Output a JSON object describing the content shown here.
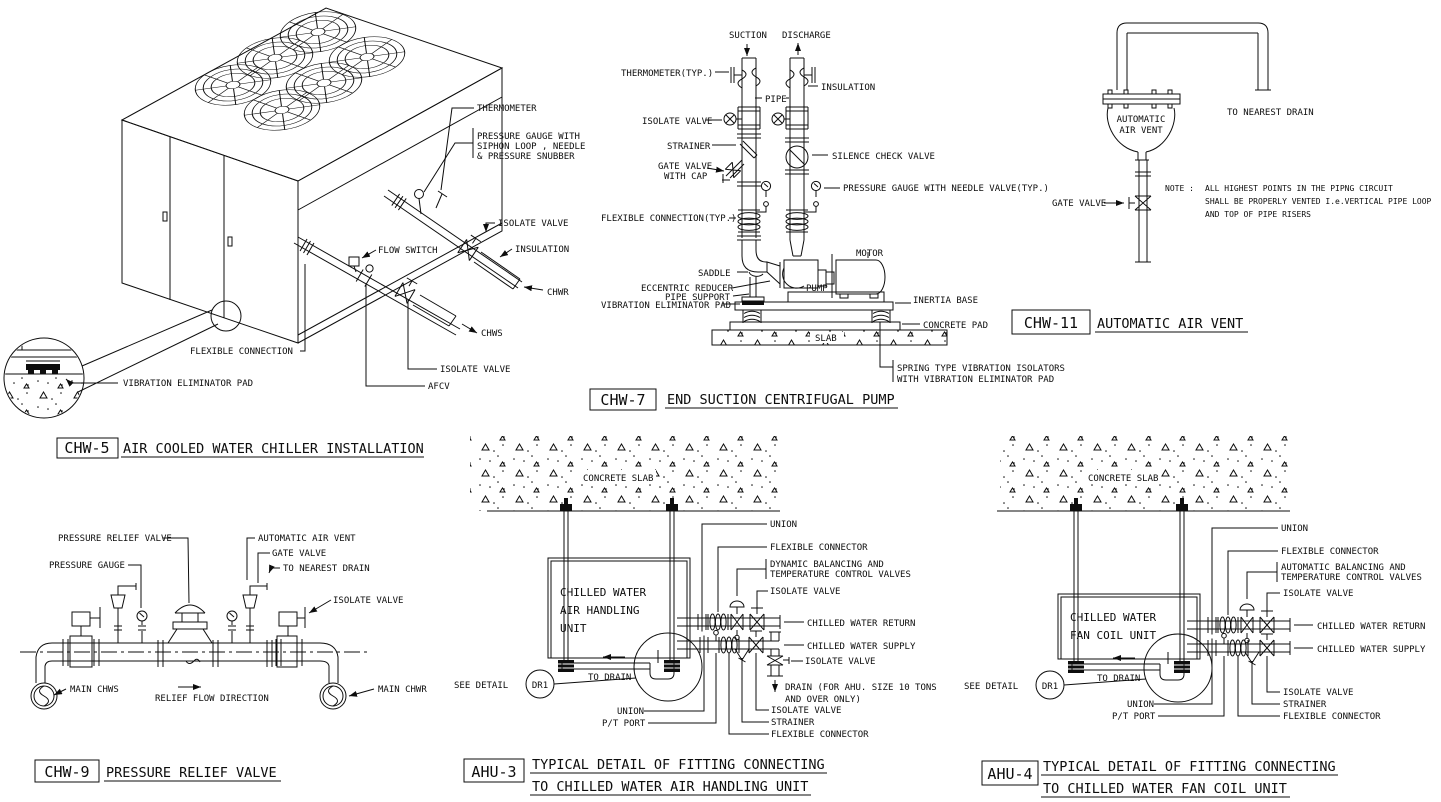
{
  "sheet": {
    "background": "#ffffff",
    "ink": "#0d0d0d"
  },
  "chw5": {
    "tag": "CHW-5",
    "title": "AIR COOLED WATER CHILLER INSTALLATION",
    "labels": {
      "thermometer": "THERMOMETER",
      "pressure_gauge_1": "PRESSURE GAUGE WITH",
      "pressure_gauge_2": "SIPHON LOOP , NEEDLE",
      "pressure_gauge_3": "& PRESSURE SNUBBER",
      "isolate_valve_chwr": "ISOLATE VALVE",
      "insulation": "INSULATION",
      "chwr": "CHWR",
      "flow_switch": "FLOW SWITCH",
      "chws": "CHWS",
      "isolate_valve_chws": "ISOLATE VALVE",
      "afcv": "AFCV",
      "flexible_connection": "FLEXIBLE CONNECTION",
      "vibration_pad": "VIBRATION ELIMINATOR PAD"
    }
  },
  "chw7": {
    "tag": "CHW-7",
    "title": "END SUCTION CENTRIFUGAL PUMP",
    "labels": {
      "suction": "SUCTION",
      "discharge": "DISCHARGE",
      "thermometer": "THERMOMETER(TYP.)",
      "pipe": "PIPE",
      "insulation": "INSULATION",
      "isolate_valve": "ISOLATE VALVE",
      "strainer": "STRAINER",
      "gate_valve_1": "GATE VALVE",
      "gate_valve_2": "WITH CAP",
      "silence_check_valve": "SILENCE CHECK VALVE",
      "pressure_gauge": "PRESSURE GAUGE WITH NEEDLE VALVE(TYP.)",
      "flexible_connection": "FLEXIBLE CONNECTION(TYP.)",
      "saddle": "SADDLE",
      "eccentric_reducer": "ECCENTRIC REDUCER",
      "pipe_support": "PIPE SUPPORT",
      "vibration_pad": "VIBRATION ELIMINATOR PAD",
      "motor": "MOTOR",
      "pump": "PUMP",
      "inertia_base": "INERTIA BASE",
      "concrete_pad": "CONCRETE PAD",
      "slab": "SLAB",
      "spring_1": "SPRING TYPE VIBRATION ISOLATORS",
      "spring_2": "WITH VIBRATION ELIMINATOR PAD"
    }
  },
  "chw11": {
    "tag": "CHW-11",
    "title": "AUTOMATIC AIR VENT",
    "labels": {
      "to_nearest_drain": "TO NEAREST DRAIN",
      "vent_1": "AUTOMATIC",
      "vent_2": "AIR VENT",
      "gate_valve": "GATE VALVE",
      "note_label": "NOTE :",
      "note_1": "ALL HIGHEST POINTS IN THE PIPNG CIRCUIT",
      "note_2": "SHALL BE PROPERLY VENTED I.e.VERTICAL PIPE LOOP",
      "note_3": "AND TOP OF PIPE RISERS"
    }
  },
  "chw9": {
    "tag": "CHW-9",
    "title": "PRESSURE RELIEF VALVE",
    "labels": {
      "pressure_relief_valve": "PRESSURE RELIEF VALVE",
      "pressure_gauge": "PRESSURE GAUGE",
      "automatic_air_vent": "AUTOMATIC AIR VENT",
      "gate_valve": "GATE VALVE",
      "to_nearest_drain": "TO NEAREST DRAIN",
      "isolate_valve": "ISOLATE VALVE",
      "main_chws": "MAIN CHWS",
      "relief_flow_direction": "RELIEF FLOW DIRECTION",
      "main_chwr": "MAIN CHWR"
    }
  },
  "ahu3": {
    "tag": "AHU-3",
    "title_1": "TYPICAL DETAIL OF FITTING CONNECTING",
    "title_2": "TO CHILLED WATER AIR HANDLING UNIT",
    "labels": {
      "concrete_slab": "CONCRETE SLAB",
      "unit_1": "CHILLED WATER",
      "unit_2": "AIR HANDLING",
      "unit_3": "UNIT",
      "union_top": "UNION",
      "flex_top": "FLEXIBLE CONNECTOR",
      "balancing_1": "DYNAMIC BALANCING AND",
      "balancing_2": "TEMPERATURE CONTROL VALVES",
      "isolate_top": "ISOLATE VALVE",
      "chwr": "CHILLED WATER RETURN",
      "chws": "CHILLED WATER SUPPLY",
      "isolate_riser": "ISOLATE VALVE",
      "drain_1": "DRAIN (FOR AHU. SIZE 10 TONS",
      "drain_2": "AND OVER ONLY)",
      "isolate_supply": "ISOLATE VALVE",
      "strainer": "STRAINER",
      "flex_supply": "FLEXIBLE CONNECTOR",
      "union_bottom": "UNION",
      "pt_port": "P/T PORT",
      "see_detail": "SEE DETAIL",
      "dr1": "DR1",
      "to_drain": "TO DRAIN"
    }
  },
  "ahu4": {
    "tag": "AHU-4",
    "title_1": "TYPICAL DETAIL OF FITTING CONNECTING",
    "title_2": "TO CHILLED WATER FAN COIL UNIT",
    "labels": {
      "concrete_slab": "CONCRETE SLAB",
      "unit_1": "CHILLED WATER",
      "unit_2": "FAN COIL UNIT",
      "union_top": "UNION",
      "flex_top": "FLEXIBLE CONNECTOR",
      "balancing_1": "AUTOMATIC BALANCING AND",
      "balancing_2": "TEMPERATURE CONTROL VALVES",
      "isolate_top": "ISOLATE VALVE",
      "chwr": "CHILLED WATER RETURN",
      "chws": "CHILLED WATER SUPPLY",
      "isolate_supply": "ISOLATE VALVE",
      "strainer": "STRAINER",
      "flex_supply": "FLEXIBLE CONNECTOR",
      "union_bottom": "UNION",
      "pt_port": "P/T PORT",
      "see_detail": "SEE DETAIL",
      "dr1": "DR1",
      "to_drain": "TO DRAIN"
    }
  }
}
